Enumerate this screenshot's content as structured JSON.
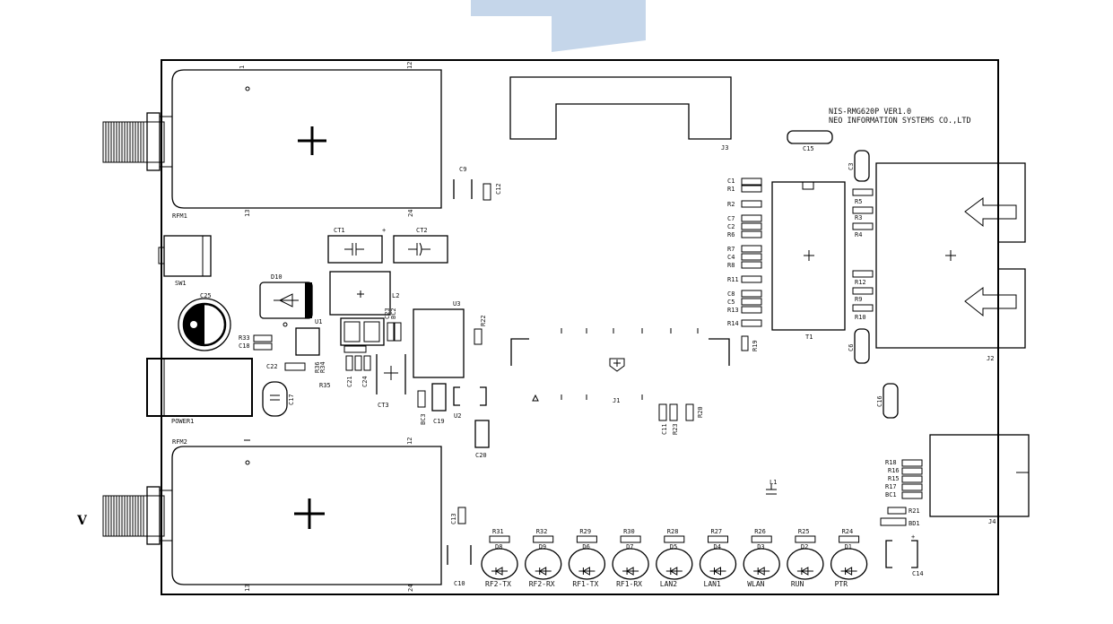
{
  "board": {
    "title_line1": "NIS-RMG620P VER1.0",
    "title_line2": "NEO INFORMATION SYSTEMS CO.,LTD",
    "side_mark": "V"
  },
  "modules": {
    "rfm1": "RFM1",
    "rfm2": "RFM2",
    "pin_1": "1",
    "pin_12": "12",
    "pin_13": "13",
    "pin_24": "24",
    "j1": "J1",
    "j2": "J2",
    "j3": "J3",
    "j4": "J4",
    "t1": "T1",
    "sw1": "SW1",
    "power1": "POWER1",
    "d10": "D10",
    "l2": "L2",
    "l1": "L1",
    "u1": "U1",
    "u2": "U2",
    "u3": "U3",
    "ct1": "CT1",
    "ct2": "CT2",
    "ct3": "CT3"
  },
  "capacitors": {
    "c1": "C1",
    "c2": "C2",
    "c3": "C3",
    "c4": "C4",
    "c5": "C5",
    "c6": "C6",
    "c7": "C7",
    "c8": "C8",
    "c9": "C9",
    "c10": "C10",
    "c11": "C11",
    "c12": "C12",
    "c13": "C13",
    "c14": "C14",
    "c15": "C15",
    "c16": "C16",
    "c17": "C17",
    "c18": "C18",
    "c19": "C19",
    "c20": "C20",
    "c21": "C21",
    "c22": "C22",
    "c23": "C23",
    "c24": "C24",
    "c25": "C25",
    "bc1": "BC1",
    "bc2": "BC2",
    "bc3": "BC3",
    "bd1": "BD1"
  },
  "resistors": {
    "r1": "R1",
    "r2": "R2",
    "r3": "R3",
    "r4": "R4",
    "r5": "R5",
    "r6": "R6",
    "r7": "R7",
    "r8": "R8",
    "r9": "R9",
    "r10": "R10",
    "r11": "R11",
    "r12": "R12",
    "r13": "R13",
    "r14": "R14",
    "r15": "R15",
    "r16": "R16",
    "r17": "R17",
    "r18": "R18",
    "r19": "R19",
    "r20": "R20",
    "r21": "R21",
    "r22": "R22",
    "r23": "R23",
    "r33": "R33",
    "r34": "R34",
    "r35": "R35",
    "r36": "R36"
  },
  "leds": [
    {
      "res": "R31",
      "diode": "D8",
      "label": "RF2-TX"
    },
    {
      "res": "R32",
      "diode": "D9",
      "label": "RF2-RX"
    },
    {
      "res": "R29",
      "diode": "D6",
      "label": "RF1-TX"
    },
    {
      "res": "R30",
      "diode": "D7",
      "label": "RF1-RX"
    },
    {
      "res": "R28",
      "diode": "D5",
      "label": "LAN2"
    },
    {
      "res": "R27",
      "diode": "D4",
      "label": "LAN1"
    },
    {
      "res": "R26",
      "diode": "D3",
      "label": "WLAN"
    },
    {
      "res": "R25",
      "diode": "D2",
      "label": "RUN"
    },
    {
      "res": "R24",
      "diode": "D1",
      "label": "PTR"
    }
  ],
  "colors": {
    "watermark": "#c5d6ea",
    "ink": "#000000"
  }
}
